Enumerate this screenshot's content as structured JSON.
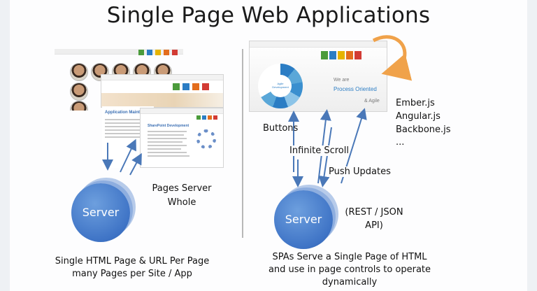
{
  "title": "Single Page Web Applications",
  "left": {
    "server_label": "Server",
    "pages_label_line1": "Pages Server",
    "pages_label_line2": "Whole",
    "caption_line1": "Single HTML Page & URL Per Page",
    "caption_line2": "many Pages per Site / App",
    "screenshot_heading": "Application Maintena",
    "screenshot2_heading": "SharePoint Development"
  },
  "right": {
    "server_label": "Server",
    "api_line1": "(REST / JSON",
    "api_line2": "API)",
    "buttons_label": "Buttons",
    "infinite_scroll_label": "Infinite Scroll",
    "push_updates_label": "Push Updates",
    "frameworks": [
      "Ember.js",
      "Angular.js",
      "Backbone.js",
      "..."
    ],
    "caption_line1": "SPAs Serve a Single Page of HTML",
    "caption_line2": "and use in page controls to operate",
    "caption_line3": "dynamically",
    "screenshot_we_are": "We are",
    "screenshot_process": "Process Oriented",
    "screenshot_agile": "& Agile",
    "screenshot_wheel_center": "Agile Development"
  },
  "colors": {
    "server_blue": "#3f74c6",
    "arrow_blue": "#4a78b8",
    "loop_arrow_orange": "#f0a24a"
  }
}
